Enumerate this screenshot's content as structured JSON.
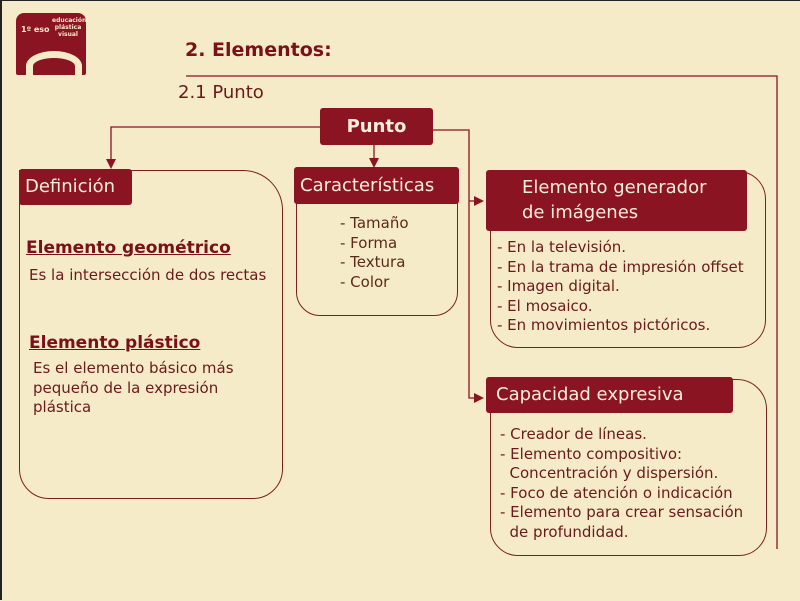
{
  "logo": {
    "grade": "1º eso",
    "subject": "educación plástica visual"
  },
  "header": {
    "title": "2. Elementos:",
    "subtitle": "2.1 Punto"
  },
  "root": {
    "label": "Punto"
  },
  "definicion": {
    "label": "Definición",
    "geo_title": "Elemento geométrico",
    "geo_text": "Es la intersección de dos rectas",
    "pla_title": "Elemento plástico",
    "pla_text": "Es el elemento básico más\npequeño de la expresión\nplástica"
  },
  "caracteristicas": {
    "label": "Características",
    "items": "- Tamaño\n- Forma\n- Textura\n- Color"
  },
  "generador": {
    "label": "Elemento generador\nde imágenes",
    "items": "- En la televisión.\n- En la trama de impresión offset\n- Imagen digital.\n- El mosaico.\n- En movimientos pictóricos."
  },
  "capacidad": {
    "label": "Capacidad expresiva",
    "items": "- Creador de líneas.\n- Elemento compositivo:\n  Concentración y dispersión.\n- Foco de atención o indicación\n- Elemento para crear sensación\n  de profundidad."
  },
  "colors": {
    "accent": "#8b1422",
    "background": "#f5ebc9"
  }
}
